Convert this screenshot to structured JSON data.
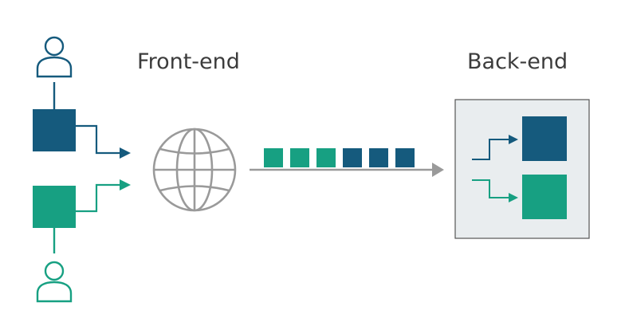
{
  "labels": {
    "front_end": "Front-end",
    "back_end": "Back-end"
  },
  "colors": {
    "navy": "#155a7d",
    "teal": "#17a082",
    "gray": "#9a9a9a",
    "backend_panel": "#e9edef"
  },
  "queue": [
    "teal",
    "teal",
    "teal",
    "navy",
    "navy",
    "navy"
  ],
  "icons": [
    "user-icon",
    "globe-icon",
    "arrow-icon"
  ]
}
